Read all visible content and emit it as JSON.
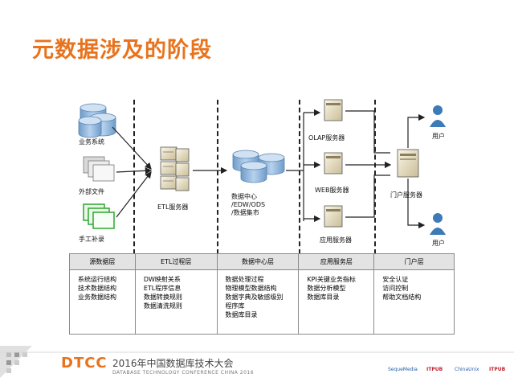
{
  "slide": {
    "title": "元数据涉及的阶段"
  },
  "nodes": {
    "business_system": "业务系统",
    "external_file": "外部文件",
    "manual_entry": "手工补录",
    "etl_server": "ETL服务器",
    "data_center": [
      "数据中心",
      "/EDW/ODS",
      "/数据集市"
    ],
    "olap_server": "OLAP服务器",
    "web_server": "WEB服务器",
    "app_server": "应用服务器",
    "portal_server": "门户服务器",
    "user_top": "用户",
    "user_bottom": "用户"
  },
  "layers": [
    {
      "name": "源数据层",
      "items": [
        "系统运行结构",
        "技术数据结构",
        "业务数据结构"
      ]
    },
    {
      "name": "ETL过程层",
      "items": [
        "DW映射关系",
        "ETL程序信息",
        "数据转换规则",
        "数据清洗规则"
      ]
    },
    {
      "name": "数据中心层",
      "items": [
        "数据处理过程",
        "物理模型数据结构",
        "数据字典及敏感级别",
        "程序库",
        "数据库目录"
      ]
    },
    {
      "name": "应用服务层",
      "items": [
        "KPI关键业务指标",
        "数据分析模型",
        "数据库目录"
      ]
    },
    {
      "name": "门户层",
      "items": [
        "安全认证",
        "访问控制",
        "帮助文档结构"
      ]
    }
  ],
  "footer": {
    "brand": "DTCC",
    "conference": "2016年中国数据库技术大会",
    "conference_sub": "DATABASE TECHNOLOGY CONFERENCE CHINA 2016",
    "sponsors": [
      "SequeMedia",
      "ITPUB",
      "ChinaUnix",
      "ITPUB"
    ]
  },
  "colors": {
    "accent": "#e8731c",
    "db_blue": "#8fb4d9",
    "doc_green": "#2fa52f",
    "user_blue": "#3c7ab8"
  }
}
